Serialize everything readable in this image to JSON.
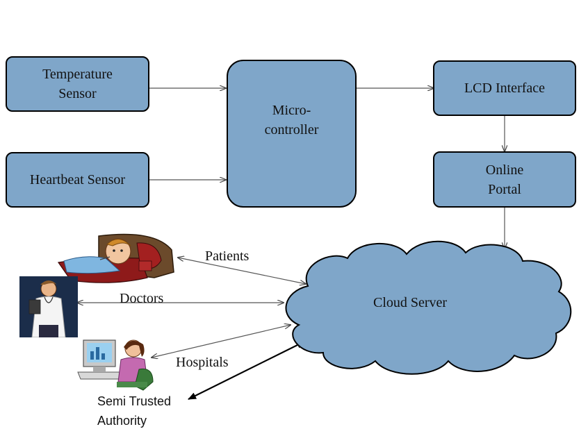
{
  "blocks": {
    "temperature_sensor": "Temperature\nSensor",
    "heartbeat_sensor": "Heartbeat Sensor",
    "microcontroller": "Micro-\ncontroller",
    "lcd_interface": "LCD Interface",
    "online_portal": "Online\nPortal",
    "cloud_server": "Cloud Server"
  },
  "actors": {
    "patients": "Patients",
    "doctors": "Doctors",
    "hospitals": "Hospitals",
    "semi_trusted_authority": "Semi Trusted\nAuthority"
  },
  "icons": [
    "sick-patient-icon",
    "doctor-icon",
    "hospital-staff-computer-icon"
  ],
  "colors": {
    "block_fill": "#7fa6c9",
    "border": "#000000",
    "arrow": "#555555"
  }
}
